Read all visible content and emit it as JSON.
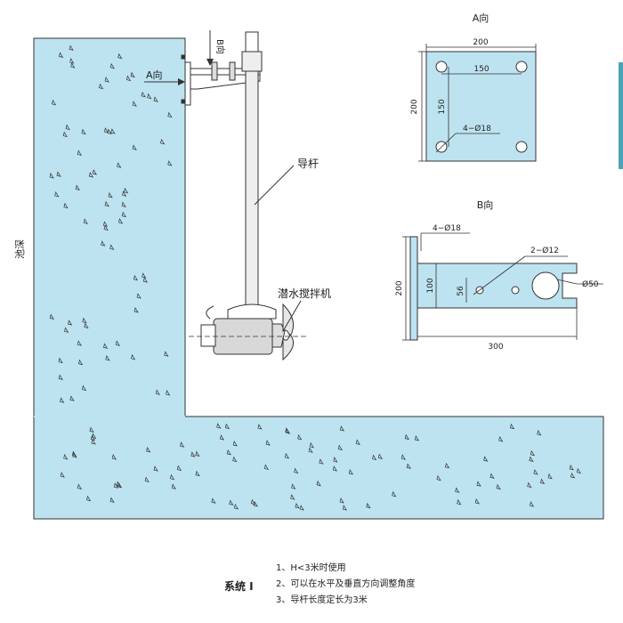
{
  "colors": {
    "concrete": "#bde3f0",
    "line": "#333333",
    "accent_tab": "#4aa3b8"
  },
  "labels": {
    "pool_wall": "池深",
    "view_a_arrow": "A向",
    "view_b_arrow": "B向",
    "guide_rod": "导杆",
    "mixer": "潜水搅拌机"
  },
  "view_a": {
    "title": "A向",
    "dim_width": "200",
    "dim_height": "200",
    "dim_inner_h": "150",
    "dim_inner_v": "150",
    "holes": "4−Ø18"
  },
  "view_b": {
    "title": "B向",
    "holes_plate": "4−Ø18",
    "holes_bracket": "2−Ø12",
    "pipe": "Ø50",
    "dim_height": "200",
    "dim_inner": "100",
    "dim_small": "56",
    "dim_length": "300"
  },
  "system": {
    "label": "系统 I",
    "notes": [
      "1、H<3米时使用",
      "2、可以在水平及垂直方向调整角度",
      "3、导杆长度定长为3米"
    ]
  }
}
